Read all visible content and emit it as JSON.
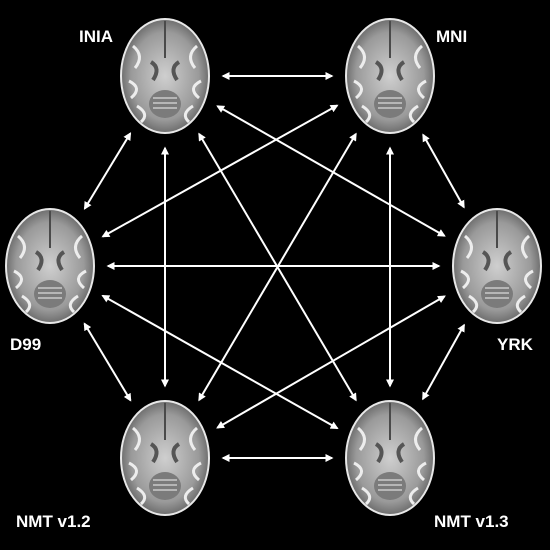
{
  "nodes": [
    {
      "id": "inia",
      "label": "INIA",
      "view": "axial"
    },
    {
      "id": "mni",
      "label": "MNI",
      "view": "axial"
    },
    {
      "id": "d99",
      "label": "D99",
      "view": "axial"
    },
    {
      "id": "yrk",
      "label": "YRK",
      "view": "axial"
    },
    {
      "id": "nmt12",
      "label": "NMT v1.2",
      "view": "axial"
    },
    {
      "id": "nmt13",
      "label": "NMT v1.3",
      "view": "axial"
    }
  ],
  "edges": [
    [
      "inia",
      "mni"
    ],
    [
      "mni",
      "yrk"
    ],
    [
      "yrk",
      "nmt13"
    ],
    [
      "nmt13",
      "nmt12"
    ],
    [
      "nmt12",
      "d99"
    ],
    [
      "d99",
      "inia"
    ],
    [
      "inia",
      "yrk"
    ],
    [
      "inia",
      "nmt12"
    ],
    [
      "inia",
      "nmt13"
    ],
    [
      "mni",
      "d99"
    ],
    [
      "mni",
      "nmt12"
    ],
    [
      "mni",
      "nmt13"
    ],
    [
      "d99",
      "yrk"
    ],
    [
      "d99",
      "nmt13"
    ],
    [
      "yrk",
      "nmt12"
    ]
  ],
  "edge_style": {
    "type": "bidirectional-arrow",
    "color": "#ffffff"
  },
  "colors": {
    "background": "#000000",
    "label": "#ffffff"
  }
}
